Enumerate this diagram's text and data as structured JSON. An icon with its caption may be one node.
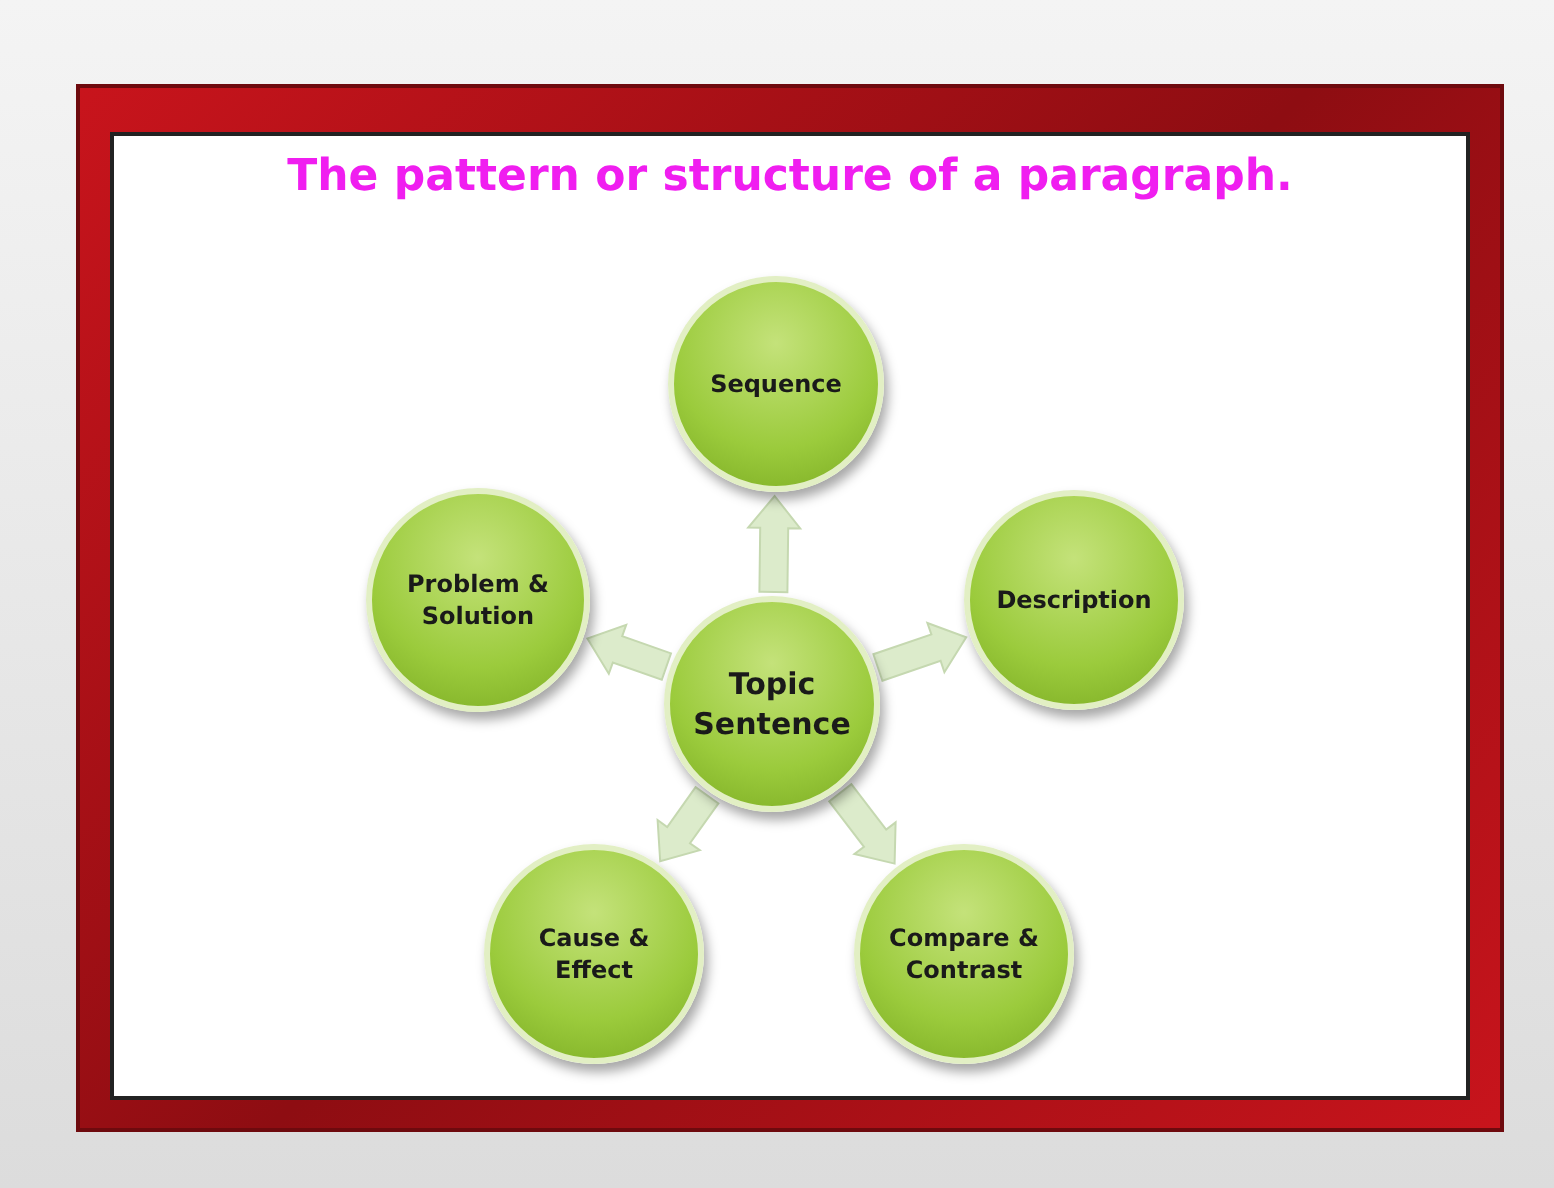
{
  "diagram": {
    "title": "The pattern or structure of a paragraph.",
    "nodes": [
      {
        "text": [
          "Sequence"
        ]
      },
      {
        "text": [
          "Problem & Solution"
        ]
      },
      {
        "text": [
          "Topic Sentence"
        ]
      },
      {
        "text": [
          "Description"
        ]
      },
      {
        "text": [
          "Cause & Effect"
        ]
      },
      {
        "text": [
          "Compare & Contrast"
        ]
      }
    ],
    "edges": [
      {
        "from": 2,
        "to": 0,
        "arrow": "to"
      },
      {
        "from": 2,
        "to": 3,
        "arrow": "to"
      },
      {
        "from": 2,
        "to": 5,
        "arrow": "to"
      },
      {
        "from": 2,
        "to": 4,
        "arrow": "to"
      },
      {
        "from": 2,
        "to": 1,
        "arrow": "to"
      }
    ]
  }
}
